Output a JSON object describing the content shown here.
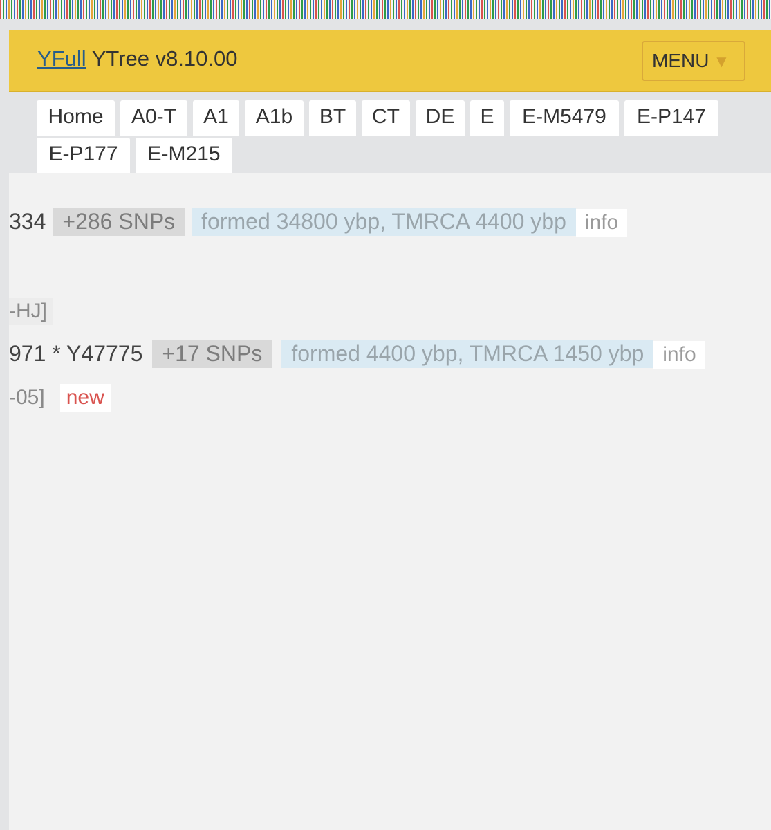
{
  "header": {
    "brand_link": "YFull",
    "brand_title": "YTree v8.10.00",
    "menu_label": "MENU",
    "menu_icon": "triangle-down-icon"
  },
  "tabs": [
    {
      "label": "Home"
    },
    {
      "label": "A0-T"
    },
    {
      "label": "A1"
    },
    {
      "label": "A1b"
    },
    {
      "label": "BT"
    },
    {
      "label": "CT"
    },
    {
      "label": "DE"
    },
    {
      "label": "E"
    },
    {
      "label": "E-M5479"
    },
    {
      "label": "E-P147"
    },
    {
      "label": "E-P177"
    },
    {
      "label": "E-M215"
    }
  ],
  "tree": {
    "row1": {
      "snp_fragment": "334",
      "snp_count": "+286 SNPs",
      "age": "formed 34800 ybp, TMRCA 4400 ybp",
      "info": "info"
    },
    "label1": {
      "text": "-HJ]"
    },
    "row2": {
      "snp_fragment": "971 * Y47775",
      "snp_count": "+17 SNPs",
      "age": "formed 4400 ybp, TMRCA 1450 ybp",
      "info": "info"
    },
    "label2": {
      "text": "-05]",
      "badge": "new"
    }
  },
  "colors": {
    "header_yellow": "#eec83e",
    "link_blue": "#285d8a",
    "new_red": "#d9534f",
    "age_blue": "#daeaf3"
  }
}
